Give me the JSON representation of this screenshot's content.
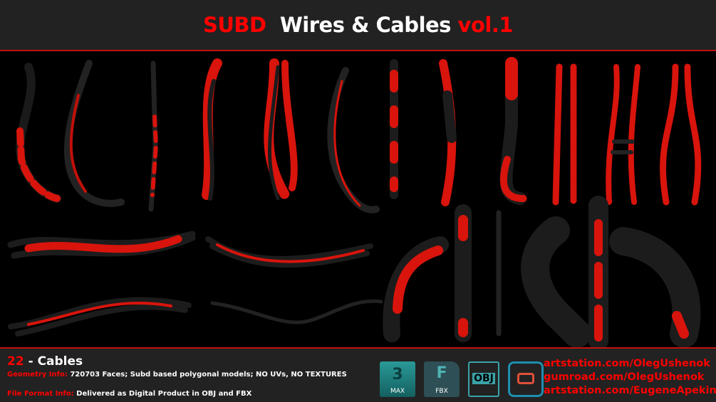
{
  "header": {
    "title_prefix": "SUBD",
    "title_main": "Wires & Cables",
    "title_suffix": "vol.1"
  },
  "footer": {
    "count": "22",
    "count_label": " - Cables",
    "geometry_label": "Geometry Info:",
    "geometry_value": " 720703 Faces; Subd based polygonal models; NO UVs, NO TEXTURES",
    "format_label": "File Format Info:",
    "format_value": " Delivered as Digital Product in OBJ and FBX",
    "icons": [
      {
        "name": "3ds-max-icon",
        "label": "MAX"
      },
      {
        "name": "fbx-icon",
        "label": "FBX"
      },
      {
        "name": "obj-icon",
        "label": "OBJ"
      },
      {
        "name": "gumroad-icon",
        "label": ""
      }
    ],
    "links": [
      "artstation.com/OlegUshenok",
      "gumroad.com/OlegUshenok",
      "artstation.com/EugeneApekin"
    ]
  },
  "colors": {
    "accent": "#ff0000",
    "panel": "#222222",
    "background": "#000000"
  }
}
